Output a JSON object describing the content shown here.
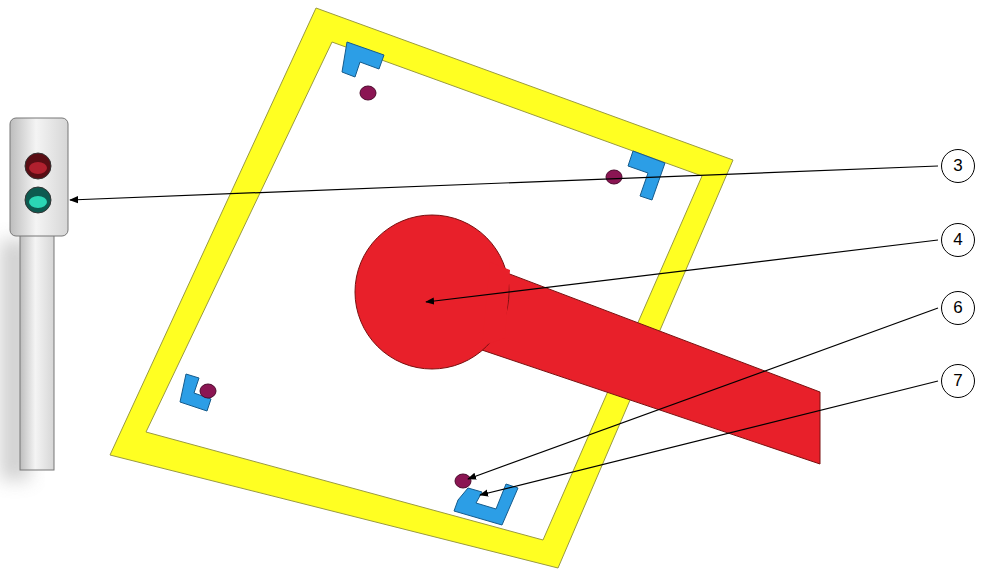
{
  "diagram": {
    "labels": [
      "3",
      "4",
      "6",
      "7"
    ]
  }
}
